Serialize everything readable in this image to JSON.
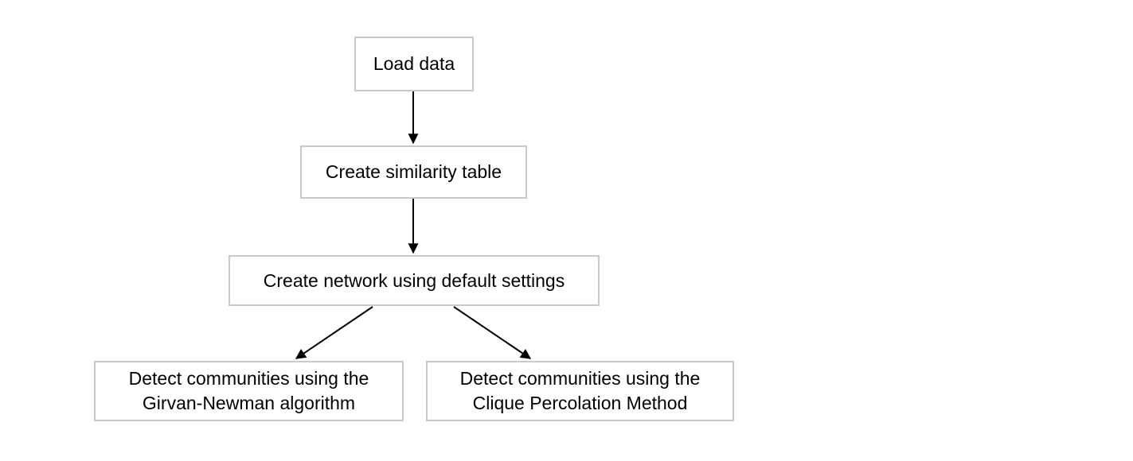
{
  "diagram": {
    "type": "flowchart",
    "background": "#ffffff",
    "colors": {
      "node_border": "#c9c9c9",
      "node_fill": "#ffffff",
      "text": "#000000",
      "arrow": "#000000"
    },
    "nodes": [
      {
        "id": "load-data",
        "label": "Load data"
      },
      {
        "id": "create-similarity-table",
        "label": "Create similarity table"
      },
      {
        "id": "create-network",
        "label": "Create network using default settings"
      },
      {
        "id": "detect-girvan-newman",
        "label": "Detect communities using the Girvan-Newman algorithm"
      },
      {
        "id": "detect-clique-percolation",
        "label": "Detect communities using the Clique Percolation Method"
      }
    ],
    "edges": [
      {
        "from": "load-data",
        "to": "create-similarity-table"
      },
      {
        "from": "create-similarity-table",
        "to": "create-network"
      },
      {
        "from": "create-network",
        "to": "detect-girvan-newman"
      },
      {
        "from": "create-network",
        "to": "detect-clique-percolation"
      }
    ]
  }
}
